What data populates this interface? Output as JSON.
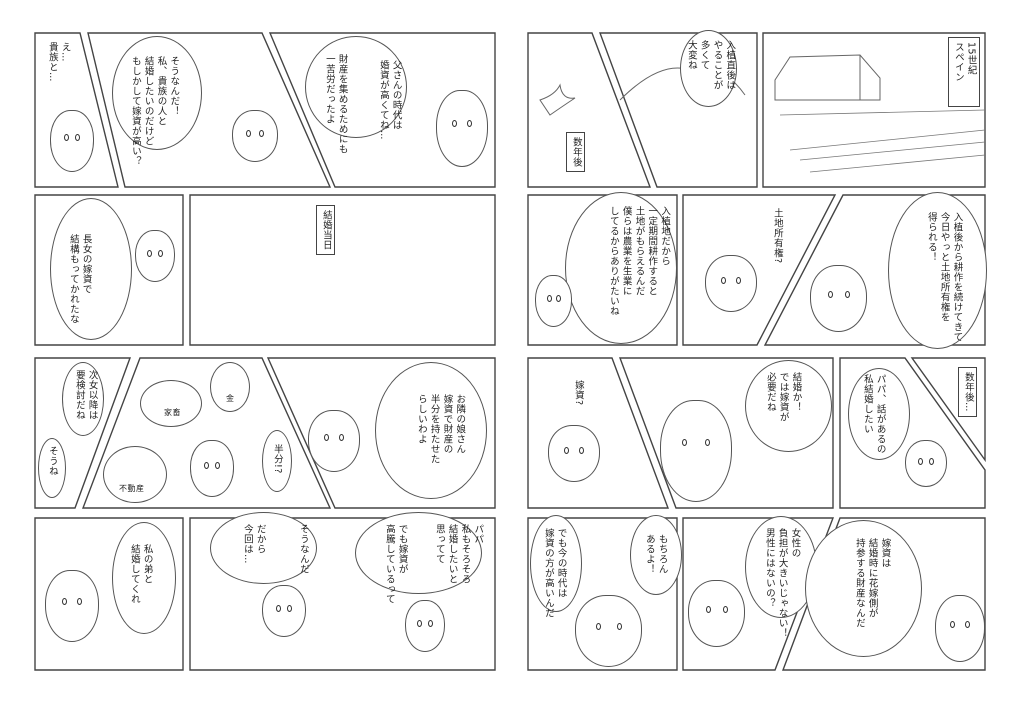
{
  "left_page": {
    "row1": {
      "p1": "え…\n貴族と…",
      "p2": "そうなんだ！\n私、貴族の人と\n結婚したいのだけど\nもしかして嫁資が高い？",
      "p3a": "父さんの時代は\n婚資が高くてね…",
      "p3b": "財産を集めるためにも\n一苦労だったよ"
    },
    "row2": {
      "p1": "長女の嫁資で\n結構もってかれたな",
      "caption": "結婚当日"
    },
    "row3": {
      "p1a": "次女以降は\n要検討だね",
      "p1b": "そうね",
      "thought_livestock": "家畜",
      "thought_gold": "金",
      "thought_realestate": "不動産",
      "p2": "半分!?",
      "p3": "お隣の娘さん\n嫁資で財産の\n半分を持たせた\nらしいわよ"
    },
    "row4": {
      "p1": "私の弟と\n結婚してくれ",
      "p2a": "そうなんだ",
      "p2b": "だから\n今回は…",
      "p2c": "パパ\n私もそろそろ\n結婚したいと\n思ってて",
      "p2d": "でも嫁資が\n高騰しているって"
    }
  },
  "right_page": {
    "row1": {
      "caption_years": "数年後",
      "p2": "入植直後は\nやることが\n多くて\n大変ね",
      "caption_setting": "15世紀\nスペイン"
    },
    "row2": {
      "p1": "入植地だから\n一定期間耕作すると\n土地がもらえるんだ\n僕らは農業を生業に\nしてるからありがたいね",
      "p2": "土地所有権?",
      "p3": "入植後から耕作を続けてきて\n今日やっと土地所有権を\n得られる！"
    },
    "row3": {
      "p1": "嫁資?",
      "p2": "結婚か！\nでは嫁資が\n必要だね",
      "p3": "パパ、話があるの\n私結婚したい",
      "caption": "数年後…"
    },
    "row4": {
      "p1a": "もちろん\nあるよ！",
      "p1b": "でも今の時代は\n嫁資の方が高いんだ",
      "p2": "女性の\n負担が大きいじゃない！\n男性にはないの？",
      "p3": "嫁資は\n結婚時に花嫁側が\n持参する財産なんだ"
    }
  },
  "colors": {
    "ink": "#222222",
    "frame": "#444444",
    "paper": "#ffffff"
  }
}
